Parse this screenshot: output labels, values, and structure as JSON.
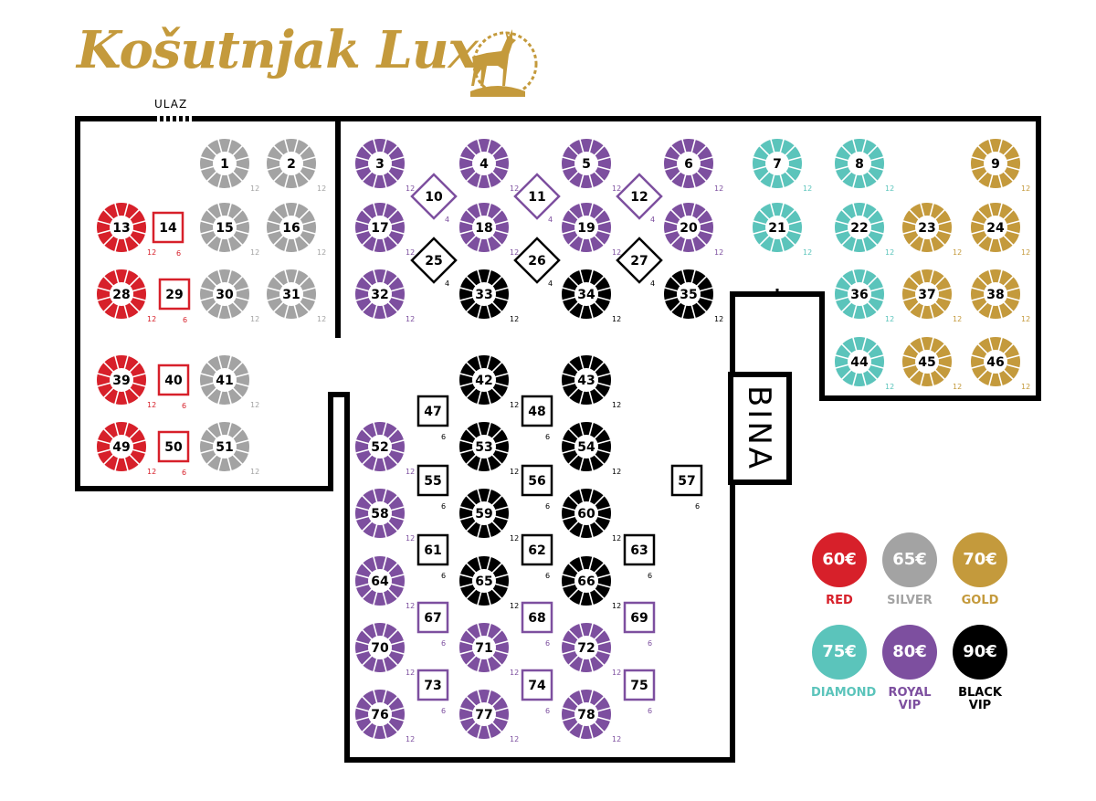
{
  "logo": {
    "text": "Košutnjak Lux",
    "icon": "deer-icon"
  },
  "entrance_label": "ULAZ",
  "stage_label": "BINA",
  "categories": {
    "red": {
      "name": "RED",
      "price": "60€",
      "color": "#d7202a"
    },
    "silver": {
      "name": "SILVER",
      "price": "65€",
      "color": "#a3a3a3"
    },
    "gold": {
      "name": "GOLD",
      "price": "70€",
      "color": "#c49a3c"
    },
    "diamond": {
      "name": "DIAMOND",
      "price": "75€",
      "color": "#5bc4bb"
    },
    "royal": {
      "name": "ROYAL VIP",
      "price": "80€",
      "color": "#7d4f9f"
    },
    "black": {
      "name": "BLACK VIP",
      "price": "90€",
      "color": "#000000"
    }
  },
  "legend": [
    {
      "key": "red",
      "price": "60€",
      "name": "RED"
    },
    {
      "key": "silver",
      "price": "65€",
      "name": "SILVER"
    },
    {
      "key": "gold",
      "price": "70€",
      "name": "GOLD"
    },
    {
      "key": "diamond",
      "price": "75€",
      "name": "DIAMOND"
    },
    {
      "key": "royal",
      "price": "80€",
      "name": "ROYAL VIP"
    },
    {
      "key": "black",
      "price": "90€",
      "name": "BLACK VIP"
    }
  ],
  "tables": [
    {
      "n": "1",
      "shape": "round",
      "cat": "silver",
      "cap": "12"
    },
    {
      "n": "2",
      "shape": "round",
      "cat": "silver",
      "cap": "12"
    },
    {
      "n": "3",
      "shape": "round",
      "cat": "royal",
      "cap": "12"
    },
    {
      "n": "4",
      "shape": "round",
      "cat": "royal",
      "cap": "12"
    },
    {
      "n": "5",
      "shape": "round",
      "cat": "royal",
      "cap": "12"
    },
    {
      "n": "6",
      "shape": "round",
      "cat": "royal",
      "cap": "12"
    },
    {
      "n": "7",
      "shape": "round",
      "cat": "diamond",
      "cap": "12"
    },
    {
      "n": "8",
      "shape": "round",
      "cat": "diamond",
      "cap": "12"
    },
    {
      "n": "9",
      "shape": "round",
      "cat": "gold",
      "cap": "12"
    },
    {
      "n": "10",
      "shape": "diamond",
      "cat": "royal",
      "cap": "4"
    },
    {
      "n": "11",
      "shape": "diamond",
      "cat": "royal",
      "cap": "4"
    },
    {
      "n": "12",
      "shape": "diamond",
      "cat": "royal",
      "cap": "4"
    },
    {
      "n": "13",
      "shape": "round",
      "cat": "red",
      "cap": "12"
    },
    {
      "n": "14",
      "shape": "square",
      "cat": "red",
      "cap": "6"
    },
    {
      "n": "15",
      "shape": "round",
      "cat": "silver",
      "cap": "12"
    },
    {
      "n": "16",
      "shape": "round",
      "cat": "silver",
      "cap": "12"
    },
    {
      "n": "17",
      "shape": "round",
      "cat": "royal",
      "cap": "12"
    },
    {
      "n": "18",
      "shape": "round",
      "cat": "royal",
      "cap": "12"
    },
    {
      "n": "19",
      "shape": "round",
      "cat": "royal",
      "cap": "12"
    },
    {
      "n": "20",
      "shape": "round",
      "cat": "royal",
      "cap": "12"
    },
    {
      "n": "21",
      "shape": "round",
      "cat": "diamond",
      "cap": "12"
    },
    {
      "n": "22",
      "shape": "round",
      "cat": "diamond",
      "cap": "12"
    },
    {
      "n": "23",
      "shape": "round",
      "cat": "gold",
      "cap": "12"
    },
    {
      "n": "24",
      "shape": "round",
      "cat": "gold",
      "cap": "12"
    },
    {
      "n": "25",
      "shape": "diamond",
      "cat": "black",
      "cap": "4"
    },
    {
      "n": "26",
      "shape": "diamond",
      "cat": "black",
      "cap": "4"
    },
    {
      "n": "27",
      "shape": "diamond",
      "cat": "black",
      "cap": "4"
    },
    {
      "n": "28",
      "shape": "round",
      "cat": "red",
      "cap": "12"
    },
    {
      "n": "29",
      "shape": "square",
      "cat": "red",
      "cap": "6"
    },
    {
      "n": "30",
      "shape": "round",
      "cat": "silver",
      "cap": "12"
    },
    {
      "n": "31",
      "shape": "round",
      "cat": "silver",
      "cap": "12"
    },
    {
      "n": "32",
      "shape": "round",
      "cat": "royal",
      "cap": "12"
    },
    {
      "n": "33",
      "shape": "round",
      "cat": "black",
      "cap": "12"
    },
    {
      "n": "34",
      "shape": "round",
      "cat": "black",
      "cap": "12"
    },
    {
      "n": "35",
      "shape": "round",
      "cat": "black",
      "cap": "12"
    },
    {
      "n": "36",
      "shape": "round",
      "cat": "diamond",
      "cap": "12"
    },
    {
      "n": "37",
      "shape": "round",
      "cat": "gold",
      "cap": "12"
    },
    {
      "n": "38",
      "shape": "round",
      "cat": "gold",
      "cap": "12"
    },
    {
      "n": "39",
      "shape": "round",
      "cat": "red",
      "cap": "12"
    },
    {
      "n": "40",
      "shape": "square",
      "cat": "red",
      "cap": "6"
    },
    {
      "n": "41",
      "shape": "round",
      "cat": "silver",
      "cap": "12"
    },
    {
      "n": "42",
      "shape": "round",
      "cat": "black",
      "cap": "12"
    },
    {
      "n": "43",
      "shape": "round",
      "cat": "black",
      "cap": "12"
    },
    {
      "n": "44",
      "shape": "round",
      "cat": "diamond",
      "cap": "12"
    },
    {
      "n": "45",
      "shape": "round",
      "cat": "gold",
      "cap": "12"
    },
    {
      "n": "46",
      "shape": "round",
      "cat": "gold",
      "cap": "12"
    },
    {
      "n": "47",
      "shape": "square",
      "cat": "black",
      "cap": "6"
    },
    {
      "n": "48",
      "shape": "square",
      "cat": "black",
      "cap": "6"
    },
    {
      "n": "49",
      "shape": "round",
      "cat": "red",
      "cap": "12"
    },
    {
      "n": "50",
      "shape": "square",
      "cat": "red",
      "cap": "6"
    },
    {
      "n": "51",
      "shape": "round",
      "cat": "silver",
      "cap": "12"
    },
    {
      "n": "52",
      "shape": "round",
      "cat": "royal",
      "cap": "12"
    },
    {
      "n": "53",
      "shape": "round",
      "cat": "black",
      "cap": "12"
    },
    {
      "n": "54",
      "shape": "round",
      "cat": "black",
      "cap": "12"
    },
    {
      "n": "55",
      "shape": "square",
      "cat": "black",
      "cap": "6"
    },
    {
      "n": "56",
      "shape": "square",
      "cat": "black",
      "cap": "6"
    },
    {
      "n": "57",
      "shape": "square",
      "cat": "black",
      "cap": "6"
    },
    {
      "n": "58",
      "shape": "round",
      "cat": "royal",
      "cap": "12"
    },
    {
      "n": "59",
      "shape": "round",
      "cat": "black",
      "cap": "12"
    },
    {
      "n": "60",
      "shape": "round",
      "cat": "black",
      "cap": "12"
    },
    {
      "n": "61",
      "shape": "square",
      "cat": "black",
      "cap": "6"
    },
    {
      "n": "62",
      "shape": "square",
      "cat": "black",
      "cap": "6"
    },
    {
      "n": "63",
      "shape": "square",
      "cat": "black",
      "cap": "6"
    },
    {
      "n": "64",
      "shape": "round",
      "cat": "royal",
      "cap": "12"
    },
    {
      "n": "65",
      "shape": "round",
      "cat": "black",
      "cap": "12"
    },
    {
      "n": "66",
      "shape": "round",
      "cat": "black",
      "cap": "12"
    },
    {
      "n": "67",
      "shape": "square",
      "cat": "royal",
      "cap": "6"
    },
    {
      "n": "68",
      "shape": "square",
      "cat": "royal",
      "cap": "6"
    },
    {
      "n": "69",
      "shape": "square",
      "cat": "royal",
      "cap": "6"
    },
    {
      "n": "70",
      "shape": "round",
      "cat": "royal",
      "cap": "12"
    },
    {
      "n": "71",
      "shape": "round",
      "cat": "royal",
      "cap": "12"
    },
    {
      "n": "72",
      "shape": "round",
      "cat": "royal",
      "cap": "12"
    },
    {
      "n": "73",
      "shape": "square",
      "cat": "royal",
      "cap": "6"
    },
    {
      "n": "74",
      "shape": "square",
      "cat": "royal",
      "cap": "6"
    },
    {
      "n": "75",
      "shape": "square",
      "cat": "royal",
      "cap": "6"
    },
    {
      "n": "76",
      "shape": "round",
      "cat": "royal",
      "cap": "12"
    },
    {
      "n": "77",
      "shape": "round",
      "cat": "royal",
      "cap": "12"
    },
    {
      "n": "78",
      "shape": "round",
      "cat": "royal",
      "cap": "12"
    }
  ]
}
